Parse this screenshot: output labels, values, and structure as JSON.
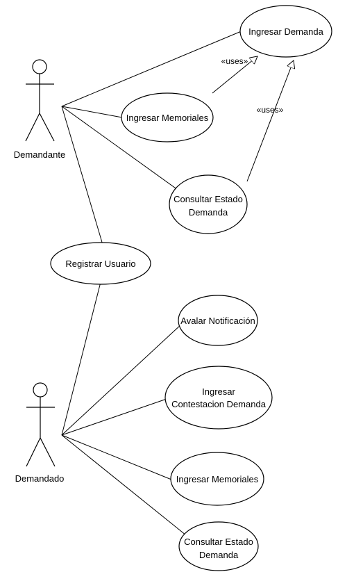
{
  "actors": {
    "demandante": "Demandante",
    "demandado": "Demandado"
  },
  "use_cases": {
    "ingresar_demanda": "Ingresar Demanda",
    "ingresar_memoriales_top": "Ingresar Memoriales",
    "consultar_estado_top": [
      "Consultar Estado",
      "Demanda"
    ],
    "registrar_usuario": "Registrar Usuario",
    "avalar_notificacion": "Avalar Notificación",
    "ingresar_contestacion": [
      "Ingresar",
      "Contestacion Demanda"
    ],
    "ingresar_memoriales_bottom": "Ingresar Memoriales",
    "consultar_estado_bottom": [
      "Consultar Estado",
      "Demanda"
    ]
  },
  "relations": {
    "uses_1": "«uses»",
    "uses_2": "«uses»"
  }
}
